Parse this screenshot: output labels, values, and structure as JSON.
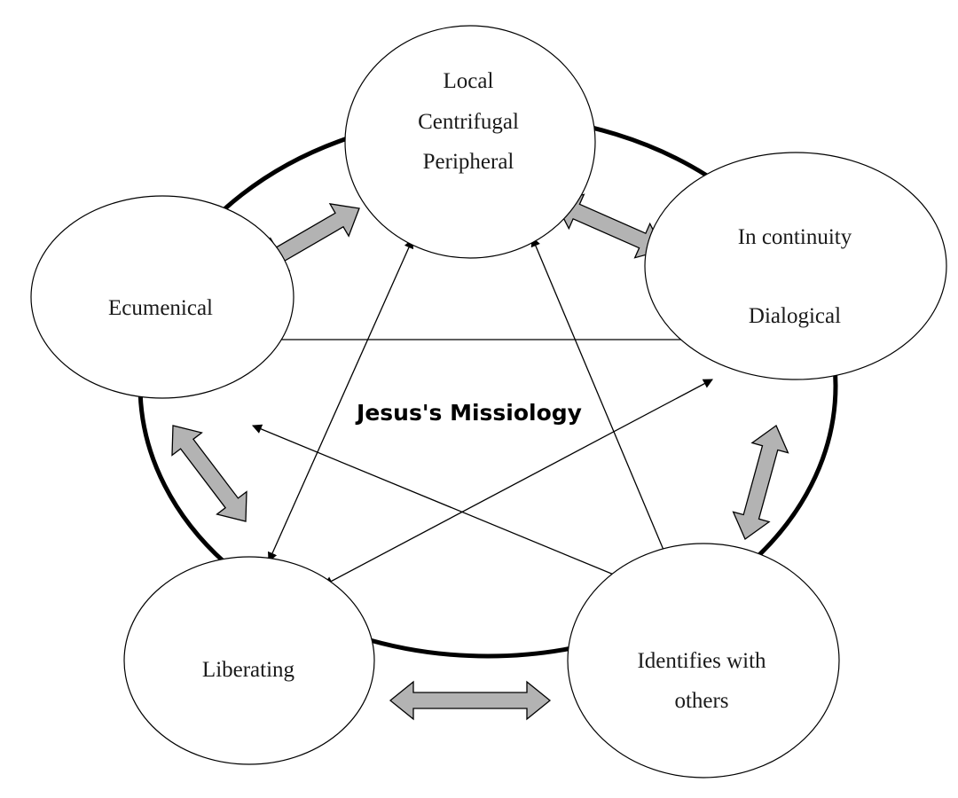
{
  "diagram": {
    "center_title": "Jesus's Missiology",
    "nodes": [
      {
        "id": "local",
        "lines": [
          "Local",
          "Centrifugal",
          "Peripheral"
        ]
      },
      {
        "id": "continuity",
        "lines": [
          "In continuity",
          "Dialogical"
        ]
      },
      {
        "id": "identifies",
        "lines": [
          "Identifies with",
          "others"
        ]
      },
      {
        "id": "liberating",
        "lines": [
          "Liberating"
        ]
      },
      {
        "id": "ecumenical",
        "lines": [
          "Ecumenical"
        ]
      }
    ],
    "colors": {
      "outline": "#000000",
      "block_arrow_fill": "#b3b3b3",
      "background": "#ffffff"
    }
  }
}
